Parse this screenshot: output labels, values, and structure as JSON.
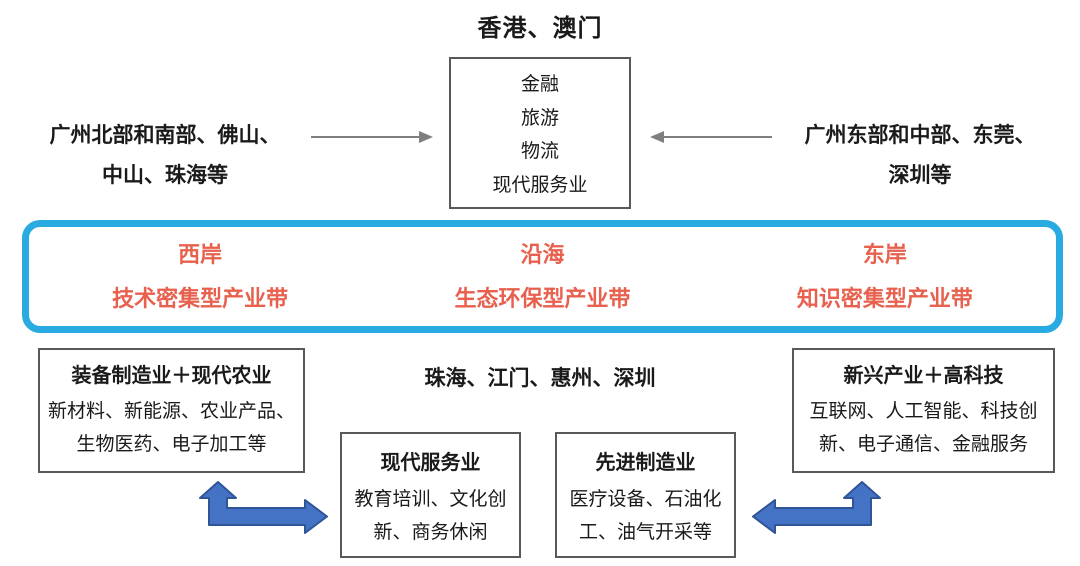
{
  "top": {
    "title": "香港、澳门",
    "center_box_items": [
      "金融",
      "旅游",
      "物流",
      "现代服务业"
    ],
    "left_source_lines": [
      "广州北部和南部、佛山、",
      "中山、珠海等"
    ],
    "right_source_lines": [
      "广州东部和中部、东莞、",
      "深圳等"
    ]
  },
  "belts": [
    {
      "name": "西岸",
      "type": "技术密集型产业带"
    },
    {
      "name": "沿海",
      "type": "生态环保型产业带"
    },
    {
      "name": "东岸",
      "type": "知识密集型产业带"
    }
  ],
  "bottom": {
    "coastal_cities": "珠海、江门、惠州、深圳",
    "west_box": {
      "title": "装备制造业＋现代农业",
      "lines": [
        "新材料、新能源、农业产品、",
        "生物医药、电子加工等"
      ]
    },
    "services_box": {
      "title": "现代服务业",
      "lines": [
        "教育培训、文化创",
        "新、商务休闲"
      ]
    },
    "manufacturing_box": {
      "title": "先进制造业",
      "lines": [
        "医疗设备、石油化",
        "工、油气开采等"
      ]
    },
    "east_box": {
      "title": "新兴产业＋高科技",
      "lines": [
        "互联网、人工智能、科技创",
        "新、电子通信、金融服务"
      ]
    }
  },
  "colors": {
    "belt_border": "#29ABE2",
    "belt_text": "#E8604E",
    "elbow_fill": "#4472C4",
    "elbow_stroke": "#2F5597",
    "connector": "#7F7F7F",
    "box_border": "#595959"
  }
}
